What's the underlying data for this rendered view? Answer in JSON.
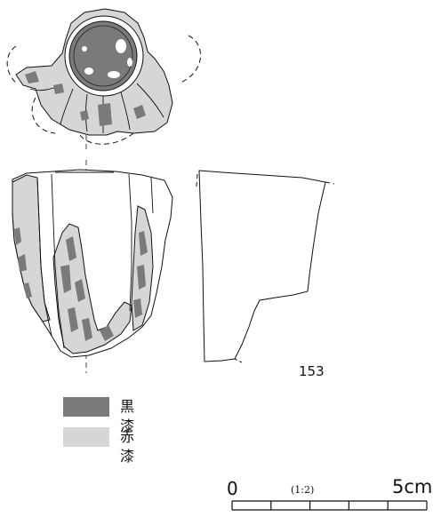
{
  "figure": {
    "item_number": "153"
  },
  "legend": {
    "black_lacquer": {
      "label": "黒漆",
      "color": "#7a7a7a"
    },
    "red_lacquer": {
      "label": "赤漆",
      "color": "#d6d6d6"
    }
  },
  "scale_bar": {
    "start_label": "0",
    "end_label": "5cm",
    "ratio_label": "(1:2)"
  },
  "colors": {
    "line": "#111111",
    "black_lacquer": "#7a7a7a",
    "red_lacquer": "#d6d6d6"
  }
}
